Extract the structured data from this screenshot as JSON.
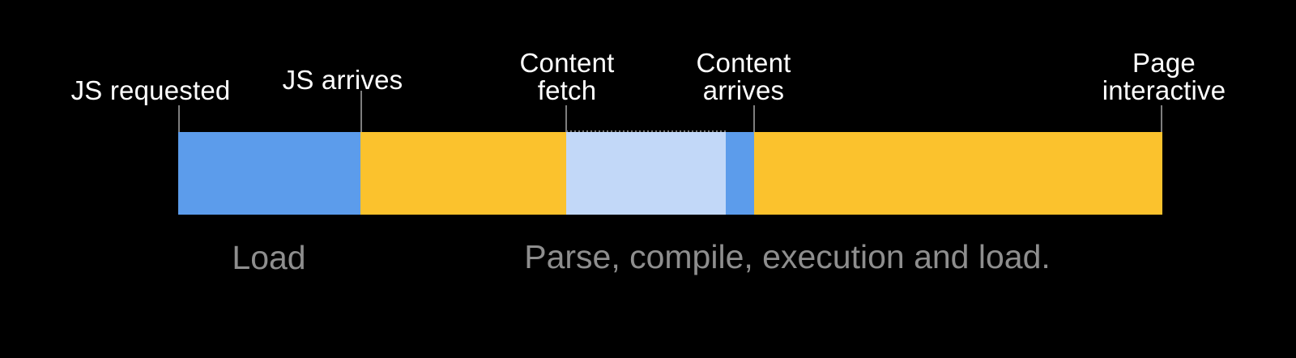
{
  "timeline": {
    "milestones": [
      {
        "label": "JS requested"
      },
      {
        "label": "JS arrives"
      },
      {
        "label": "Content\nfetch"
      },
      {
        "label": "Content\narrives"
      },
      {
        "label": "Page\ninteractive"
      }
    ],
    "segments": [
      {
        "name": "js-download",
        "phase": "Load",
        "color_key": "blue"
      },
      {
        "name": "parse-compile-1",
        "phase": "Parse, compile, execution and load.",
        "color_key": "yellow"
      },
      {
        "name": "content-fetch",
        "phase": "Parse, compile, execution and load.",
        "color_key": "light_blue"
      },
      {
        "name": "content-arrives",
        "phase": "Parse, compile, execution and load.",
        "color_key": "blue"
      },
      {
        "name": "parse-compile-2",
        "phase": "Parse, compile, execution and load.",
        "color_key": "yellow"
      }
    ],
    "phases": [
      {
        "label": "Load"
      },
      {
        "label": "Parse, compile, execution and load."
      }
    ],
    "colors": {
      "background": "#000000",
      "blue": "#5C9CEB",
      "yellow": "#FBC22D",
      "light_blue": "#C2D8F8",
      "milestone_text": "#FFFFFF",
      "phase_text": "#8E8E8E",
      "tick": "#7E7E7E"
    }
  }
}
